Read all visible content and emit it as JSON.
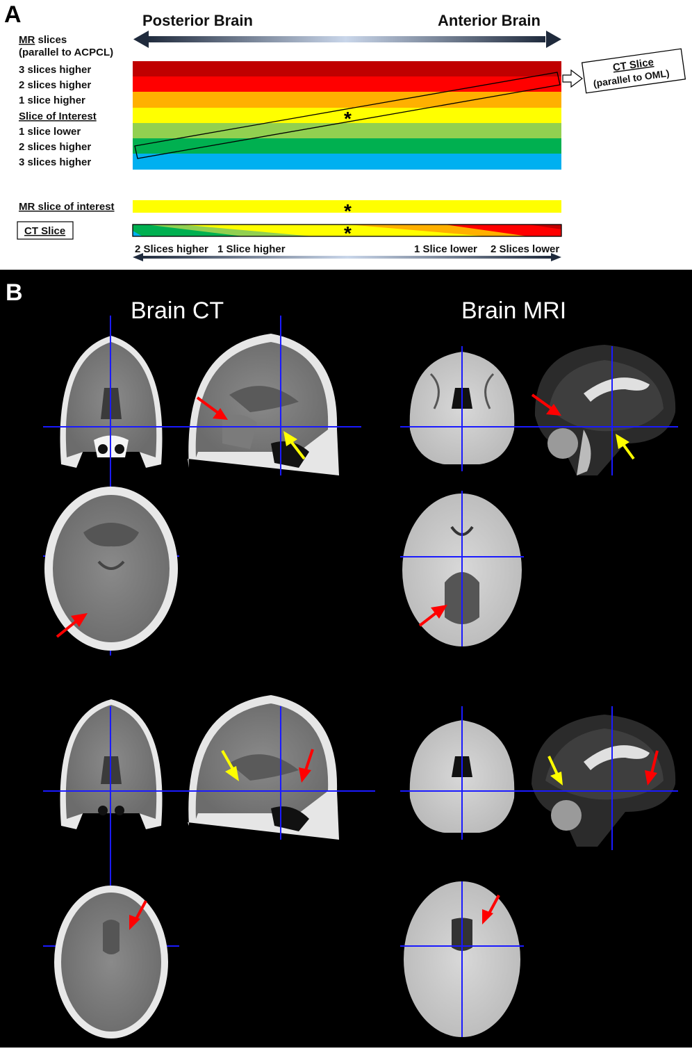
{
  "panel_a": {
    "letter": "A",
    "posterior": "Posterior Brain",
    "anterior": "Anterior Brain",
    "mr_head1": "MR",
    "mr_head1b": " slices",
    "mr_head2": "(parallel to ACPCL)",
    "rows": [
      "3 slices higher",
      "2 slices higher",
      "1 slice higher",
      "Slice of Interest",
      "1 slice lower",
      "2 slices higher",
      "3 slices higher"
    ],
    "ct_box1": "CT Slice",
    "ct_box2": "(parallel to OML)",
    "star": "*",
    "mr_interest": "MR slice of interest",
    "ct_slice": "CT Slice",
    "bottom_1": "2 Slices higher",
    "bottom_2": "1 Slice higher",
    "bottom_3": "1 Slice lower",
    "bottom_4": "2 Slices lower",
    "colors": {
      "row1": "#c00000",
      "row2": "#ff0000",
      "row3": "#ffb000",
      "row4": "#ffff00",
      "row5": "#92d050",
      "row6": "#00b050",
      "row7": "#00b0f0",
      "crosshair": "#1a1aff",
      "arrow_red": "#ff0000",
      "arrow_yellow": "#ffff00"
    }
  },
  "panel_b": {
    "letter": "B",
    "title_ct": "Brain CT",
    "title_mri": "Brain MRI"
  }
}
